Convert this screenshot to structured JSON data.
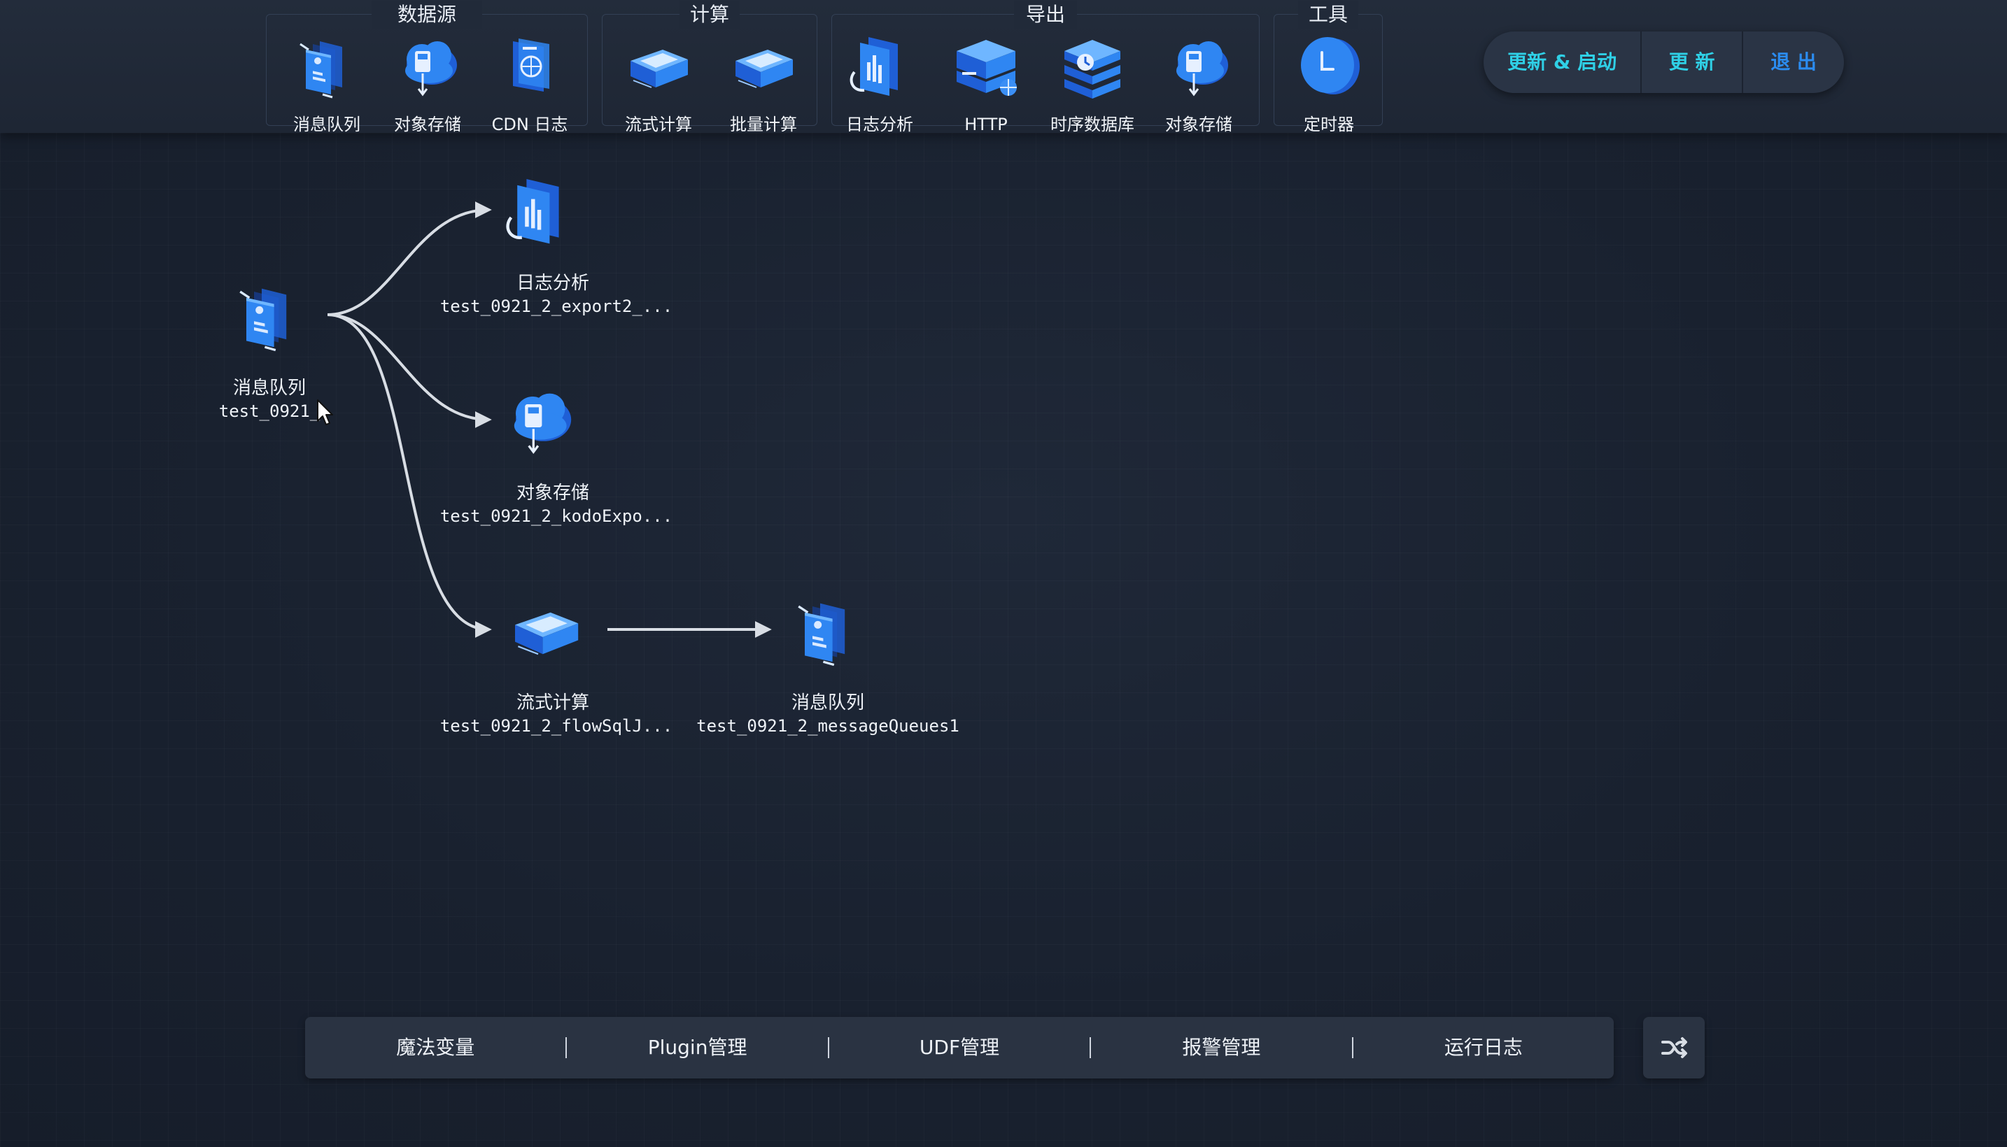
{
  "toolbar": {
    "groups": [
      {
        "title": "数据源",
        "items": [
          {
            "label": "消息队列",
            "icon": "message-queue-icon"
          },
          {
            "label": "对象存储",
            "icon": "object-storage-icon"
          },
          {
            "label": "CDN 日志",
            "icon": "cdn-log-icon"
          }
        ]
      },
      {
        "title": "计算",
        "items": [
          {
            "label": "流式计算",
            "icon": "stream-compute-icon"
          },
          {
            "label": "批量计算",
            "icon": "batch-compute-icon"
          }
        ]
      },
      {
        "title": "导出",
        "items": [
          {
            "label": "日志分析",
            "icon": "log-analysis-icon"
          },
          {
            "label": "HTTP",
            "icon": "http-icon"
          },
          {
            "label": "时序数据库",
            "icon": "tsdb-icon"
          },
          {
            "label": "对象存储",
            "icon": "object-storage-icon"
          }
        ]
      },
      {
        "title": "工具",
        "items": [
          {
            "label": "定时器",
            "icon": "timer-icon"
          }
        ]
      }
    ]
  },
  "actions": {
    "update_start": "更新 & 启动",
    "update": "更 新",
    "exit": "退 出"
  },
  "flow": {
    "nodes": [
      {
        "title": "消息队列",
        "subtitle": "test_0921_",
        "icon": "message-queue-icon"
      },
      {
        "title": "日志分析",
        "subtitle": "test_0921_2_export2_...",
        "icon": "log-analysis-icon"
      },
      {
        "title": "对象存储",
        "subtitle": "test_0921_2_kodoExpo...",
        "icon": "object-storage-icon"
      },
      {
        "title": "流式计算",
        "subtitle": "test_0921_2_flowSqlJ...",
        "icon": "stream-compute-icon"
      },
      {
        "title": "消息队列",
        "subtitle": "test_0921_2_messageQueues1",
        "icon": "message-queue-icon"
      }
    ]
  },
  "bottom": {
    "items": [
      "魔法变量",
      "Plugin管理",
      "UDF管理",
      "报警管理",
      "运行日志"
    ]
  },
  "colors": {
    "accent": "#2fd0e6",
    "background": "#18202e",
    "icon_blue": "#2f7bf0"
  }
}
